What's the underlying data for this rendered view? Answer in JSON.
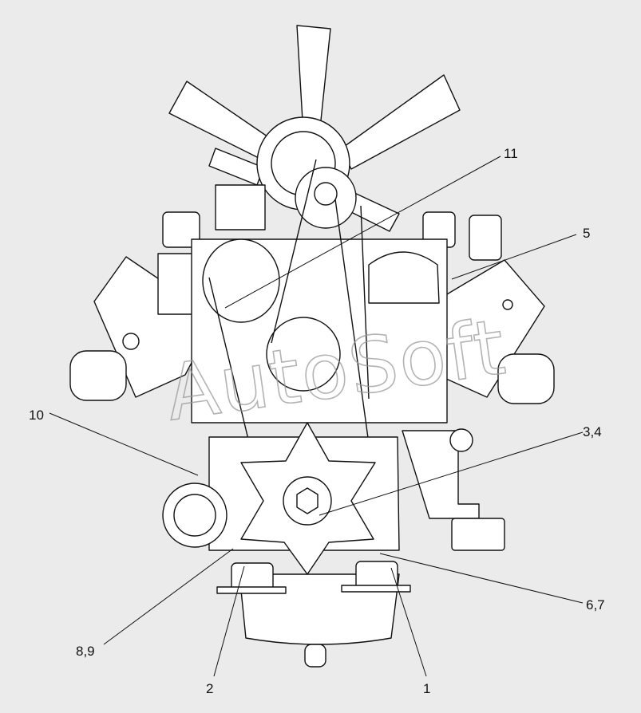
{
  "watermark": "AutoSoft",
  "callouts": [
    {
      "id": "c11",
      "label": "11"
    },
    {
      "id": "c5",
      "label": "5"
    },
    {
      "id": "c10",
      "label": "10"
    },
    {
      "id": "c34",
      "label": "3,4"
    },
    {
      "id": "c67",
      "label": "6,7"
    },
    {
      "id": "c89",
      "label": "8,9"
    },
    {
      "id": "c2",
      "label": "2"
    },
    {
      "id": "c1",
      "label": "1"
    }
  ],
  "colors": {
    "background": "#ebebeb",
    "line": "#111111",
    "part": "#ffffff",
    "watermark": "#9a9a9a"
  }
}
